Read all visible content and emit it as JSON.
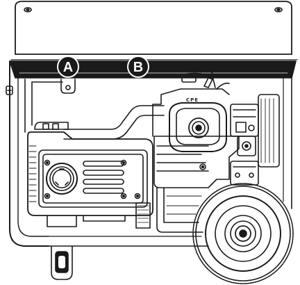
{
  "callouts": [
    {
      "id": "A",
      "label": "A"
    },
    {
      "id": "B",
      "label": "B"
    }
  ],
  "engine_brand": "CPE",
  "colors": {
    "line": "#1a1a1a",
    "callout_fill": "#1a1a1a",
    "callout_text": "#ffffff",
    "background": "#ffffff"
  }
}
